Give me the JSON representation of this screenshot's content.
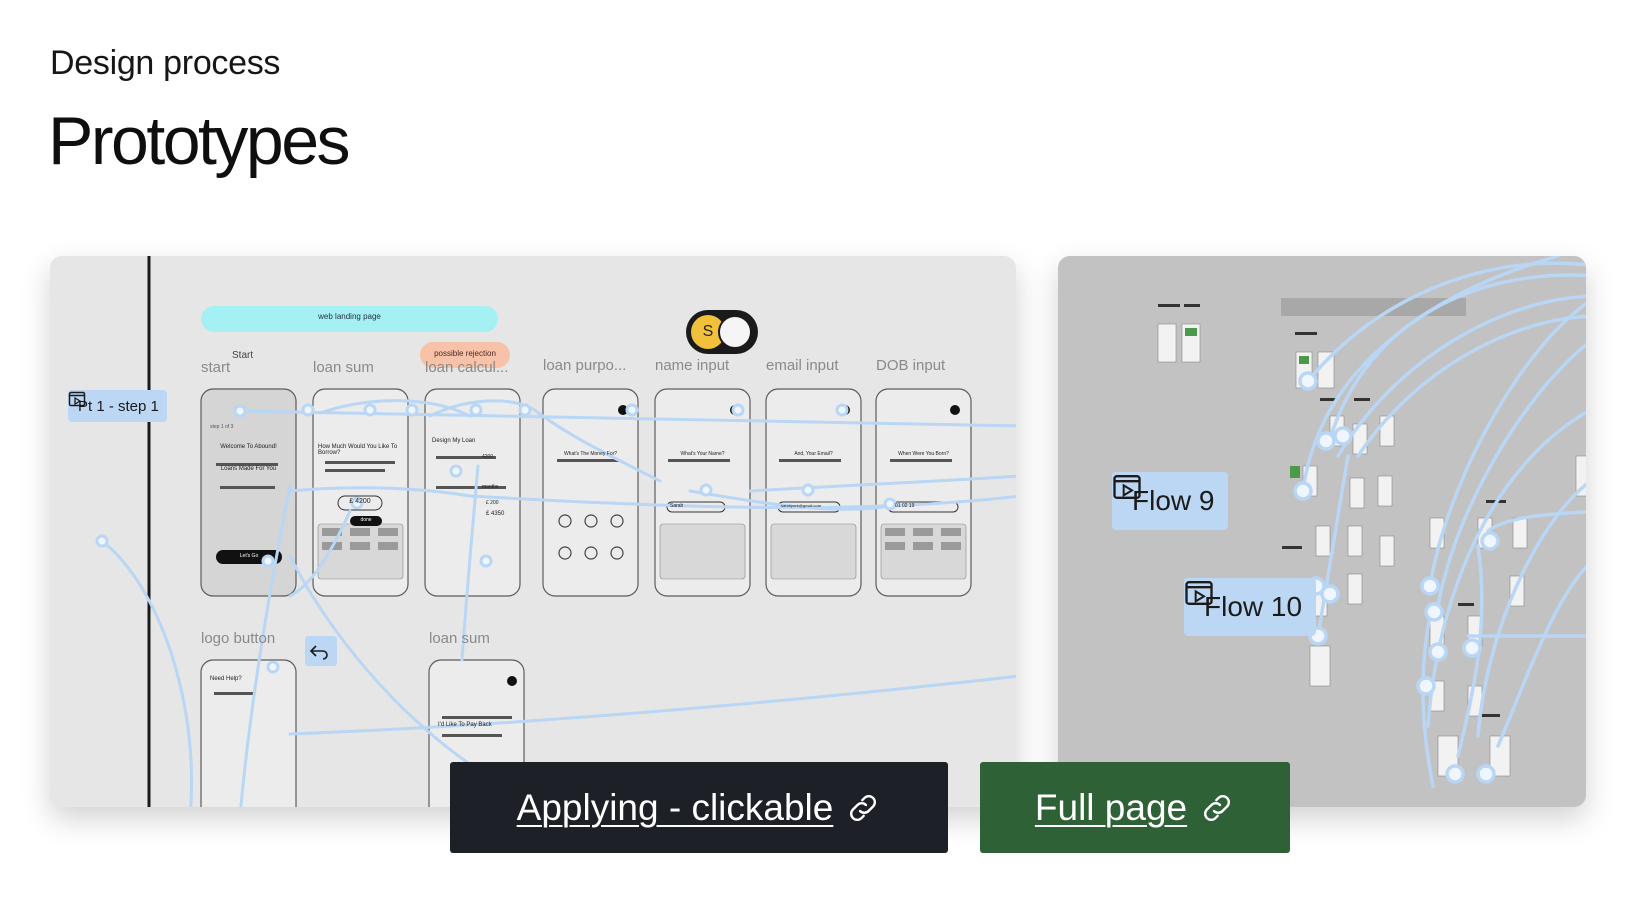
{
  "header": {
    "eyebrow": "Design process",
    "title": "Prototypes"
  },
  "prototype_canvas_left": {
    "flow_tag": "Pt 1 - step 1",
    "banner": "web landing page",
    "badge": "possible rejection",
    "avatar_initial": "S",
    "frames": [
      {
        "id": "start",
        "label": "start",
        "note": "Start",
        "heading": "Welcome To Abound!",
        "subheading": "Loans Made For You",
        "step": "step 1 of 3",
        "button": "Let's Go"
      },
      {
        "id": "loan-sum",
        "label": "loan sum",
        "heading": "How Much Would You Like To Borrow?",
        "value": "£ 4200",
        "button": "done"
      },
      {
        "id": "loan-calc",
        "label": "loan calcul...",
        "heading": "Design My Loan",
        "value1": "4200",
        "value2": "months",
        "total": "£ 4350",
        "installment": "£ 200"
      },
      {
        "id": "loan-purpose",
        "label": "loan purpo...",
        "heading": "What's The Money For?"
      },
      {
        "id": "name-input",
        "label": "name input",
        "heading": "What's Your Name?",
        "value": "Sarah"
      },
      {
        "id": "email-input",
        "label": "email input",
        "heading": "And, Your Email?",
        "value": "sarahpark@gmail.com"
      },
      {
        "id": "dob-input",
        "label": "DOB input",
        "heading": "When Were You Born?",
        "value": "01 02 19"
      },
      {
        "id": "logo-button",
        "label": "logo button",
        "heading": "Need Help?"
      },
      {
        "id": "loan-sum-2",
        "label": "loan sum",
        "heading": "I'd Like To Pay Back"
      }
    ]
  },
  "prototype_canvas_right": {
    "flow_9": "Flow 9",
    "flow_10": "Flow 10"
  },
  "actions": {
    "applying": "Applying - clickable",
    "full_page": "Full page"
  },
  "icons": {
    "flow_start": "play-frame-icon",
    "link": "link-icon",
    "back": "back-arrow-icon"
  },
  "colors": {
    "canvas_left": "#e6e6e6",
    "canvas_right": "#c2c2c2",
    "flow_tag": "#bcd7f4",
    "connector": "#b9d6f5",
    "banner": "#a5f0f3",
    "badge": "#f7c2a8",
    "button_dark": "#1d2026",
    "button_green": "#2e6135"
  }
}
